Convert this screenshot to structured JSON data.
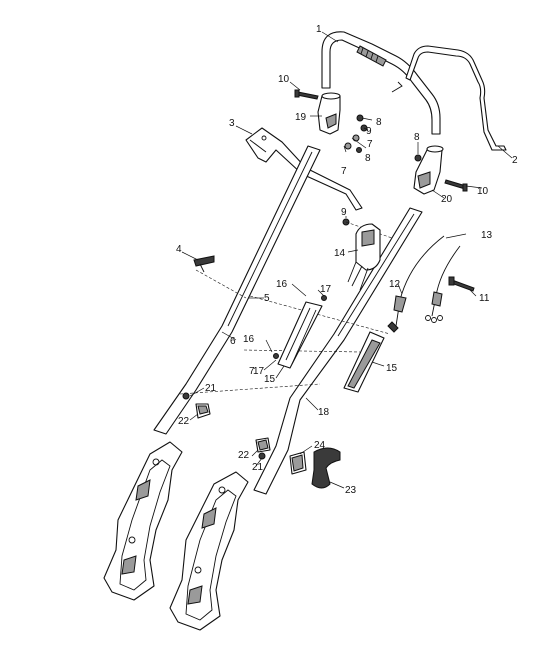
{
  "callouts": [
    {
      "id": "c1",
      "text": "1"
    },
    {
      "id": "c2",
      "text": "2"
    },
    {
      "id": "c3",
      "text": "3"
    },
    {
      "id": "c4",
      "text": "4"
    },
    {
      "id": "c5",
      "text": "5"
    },
    {
      "id": "c6",
      "text": "6"
    },
    {
      "id": "c7a",
      "text": "7"
    },
    {
      "id": "c7b",
      "text": "7"
    },
    {
      "id": "c7c",
      "text": "7"
    },
    {
      "id": "c8a",
      "text": "8"
    },
    {
      "id": "c8b",
      "text": "8"
    },
    {
      "id": "c8c",
      "text": "8"
    },
    {
      "id": "c9a",
      "text": "9"
    },
    {
      "id": "c9b",
      "text": "9"
    },
    {
      "id": "c10a",
      "text": "10"
    },
    {
      "id": "c10b",
      "text": "10"
    },
    {
      "id": "c11",
      "text": "11"
    },
    {
      "id": "c12",
      "text": "12"
    },
    {
      "id": "c13",
      "text": "13"
    },
    {
      "id": "c14",
      "text": "14"
    },
    {
      "id": "c15a",
      "text": "15"
    },
    {
      "id": "c15b",
      "text": "15"
    },
    {
      "id": "c16a",
      "text": "16"
    },
    {
      "id": "c16b",
      "text": "16"
    },
    {
      "id": "c17a",
      "text": "17"
    },
    {
      "id": "c17b",
      "text": "17"
    },
    {
      "id": "c18",
      "text": "18"
    },
    {
      "id": "c19",
      "text": "19"
    },
    {
      "id": "c20",
      "text": "20"
    },
    {
      "id": "c21a",
      "text": "21"
    },
    {
      "id": "c21b",
      "text": "21"
    },
    {
      "id": "c22a",
      "text": "22"
    },
    {
      "id": "c22b",
      "text": "22"
    },
    {
      "id": "c23",
      "text": "23"
    },
    {
      "id": "c24",
      "text": "24"
    }
  ]
}
